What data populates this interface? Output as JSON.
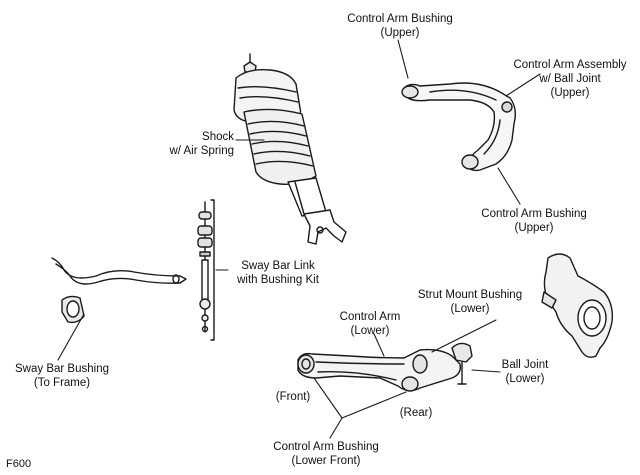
{
  "figure_code": "F600",
  "labels": {
    "ca_bushing_upper_top": [
      "Control Arm Bushing",
      "(Upper)"
    ],
    "ca_assembly": [
      "Control Arm Assembly",
      "w/ Ball Joint",
      "(Upper)"
    ],
    "shock": [
      "Shock",
      "w/ Air Spring"
    ],
    "ca_bushing_upper_bottom": [
      "Control Arm Bushing",
      "(Upper)"
    ],
    "sway_bar_link": [
      "Sway Bar Link",
      "with Bushing Kit"
    ],
    "strut_mount_bushing": [
      "Strut Mount Bushing",
      "(Lower)"
    ],
    "control_arm_lower": [
      "Control Arm",
      "(Lower)"
    ],
    "sway_bar_bushing": [
      "Sway Bar Bushing",
      "(To Frame)"
    ],
    "ball_joint": [
      "Ball Joint",
      "(Lower)"
    ],
    "front": "(Front)",
    "rear": "(Rear)",
    "ca_bushing_lower_front": [
      "Control Arm Bushing",
      "(Lower Front)"
    ]
  }
}
